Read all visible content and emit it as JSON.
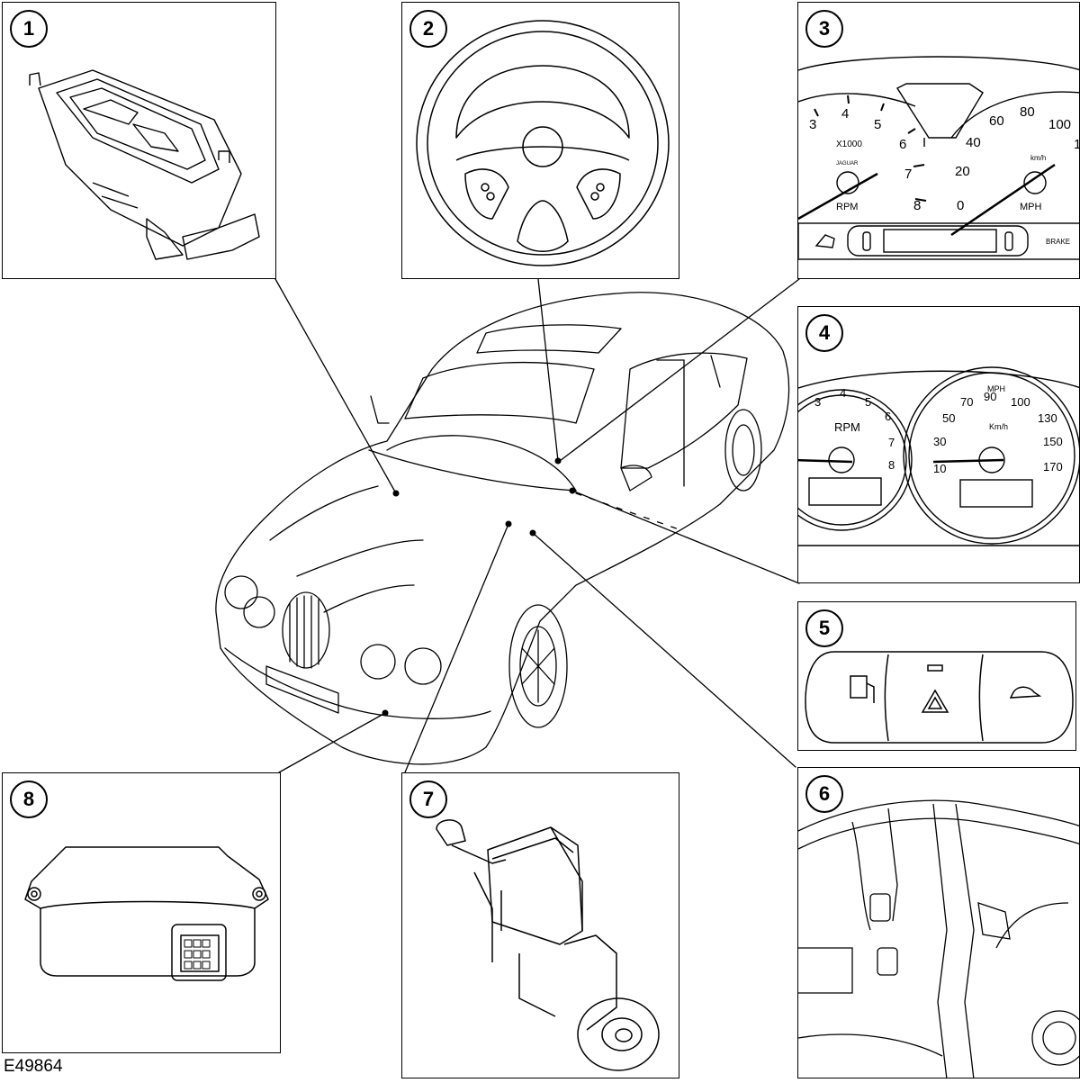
{
  "panels": {
    "p1": {
      "badge": "1"
    },
    "p2": {
      "badge": "2"
    },
    "p3": {
      "badge": "3",
      "rpm_ticks": [
        "3",
        "4",
        "5",
        "6",
        "7",
        "8"
      ],
      "rpm_mult": "X1000",
      "rpm_label": "RPM",
      "speed_ticks": [
        "0",
        "20",
        "40",
        "60",
        "80",
        "100",
        "1"
      ],
      "speed_unit_label": "MPH",
      "kmh_label": "km/h",
      "brake_label": "BRAKE",
      "brand_label": "JAGUAR"
    },
    "p4": {
      "badge": "4",
      "rpm_ticks": [
        "3",
        "4",
        "5",
        "6",
        "7",
        "8"
      ],
      "rpm_label": "RPM",
      "speed_ticks": [
        "10",
        "30",
        "50",
        "70",
        "90",
        "100",
        "130",
        "150",
        "170"
      ],
      "mph_label": "MPH",
      "kmh_label": "Km/h"
    },
    "p5": {
      "badge": "5"
    },
    "p6": {
      "badge": "6"
    },
    "p7": {
      "badge": "7"
    },
    "p8": {
      "badge": "8"
    }
  },
  "reference": "E49864",
  "colors": {
    "line": "#000000",
    "background": "#ffffff"
  }
}
